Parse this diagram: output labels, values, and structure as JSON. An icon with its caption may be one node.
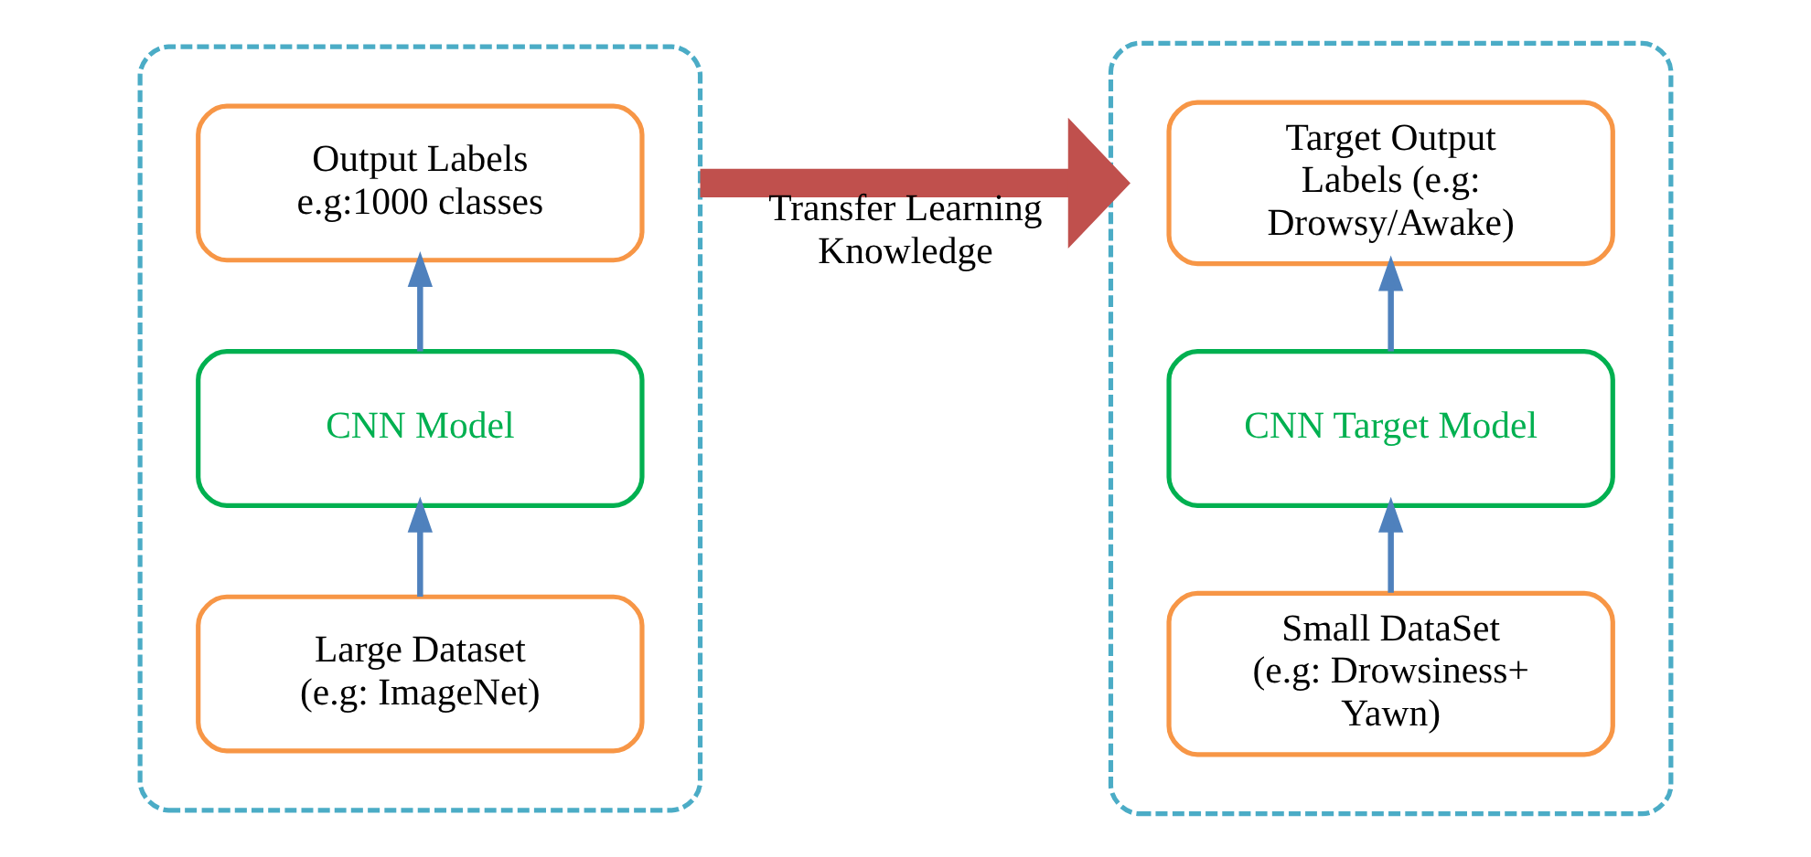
{
  "diagram": {
    "nodes": [
      {
        "text": [],
        "shape": "box"
      },
      {
        "text": [
          "Output Labels e.g:1000 classes"
        ],
        "in": 0
      },
      {
        "text": [
          "CNN Model"
        ],
        "in": 0
      },
      {
        "text": [
          "Large Dataset (e.g: ImageNet)"
        ],
        "in": 0
      },
      {
        "text": [],
        "shape": "box"
      },
      {
        "text": [
          "Target Output Labels (e.g: Drowsy/Awake)"
        ],
        "in": 4
      },
      {
        "text": [
          "CNN Target Model"
        ],
        "in": 4
      },
      {
        "text": [
          "Small DataSet (e.g: Drowsiness+ Yawn)"
        ],
        "in": 4
      }
    ],
    "edges": [
      {
        "from": 3,
        "to": 2,
        "arrow": "to"
      },
      {
        "from": 2,
        "to": 1,
        "arrow": "to"
      },
      {
        "from": 0,
        "to": 4,
        "arrow": "to",
        "label": "Transfer Learning Knowledge",
        "style": "thick",
        "color": "#c0504d"
      },
      {
        "from": 7,
        "to": 6,
        "arrow": "to"
      },
      {
        "from": 6,
        "to": 5,
        "arrow": "to"
      }
    ]
  }
}
